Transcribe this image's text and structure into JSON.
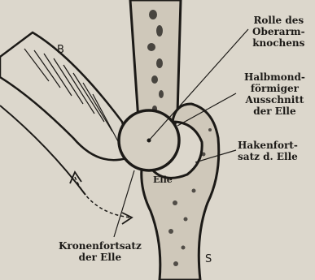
{
  "labels": {
    "humerus_roll": [
      "Rolle des",
      "Oberarm-",
      "knochens"
    ],
    "crescent_notch": [
      "Halbmond-",
      "förmiger",
      "Ausschnitt",
      "der Elle"
    ],
    "olecranon": [
      "Hakenfort-",
      "satz d. Elle"
    ],
    "coronoid": [
      "Kronenfortsatz",
      "der Elle"
    ],
    "ulna": "Elle",
    "marker_b": "B",
    "marker_s": "S"
  },
  "colors": {
    "background": "#dcd7cc",
    "ink": "#1c1a17",
    "bone_fill": "#cfc8ba"
  }
}
